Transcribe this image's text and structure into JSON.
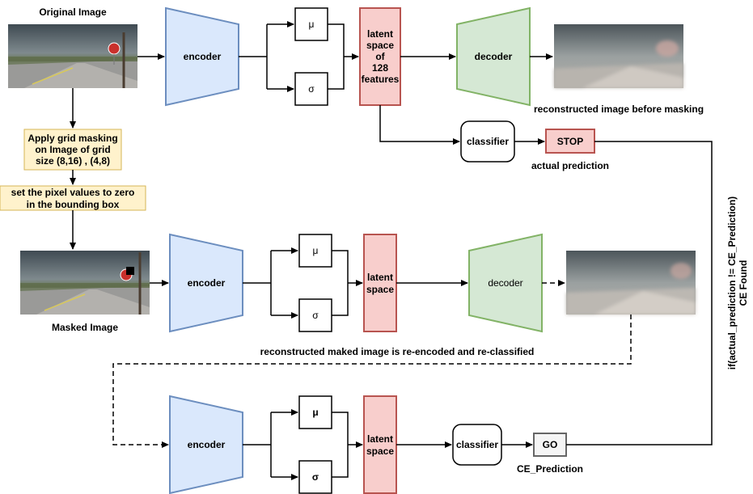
{
  "labels": {
    "original_image": "Original Image",
    "masked_image": "Masked Image",
    "reconstructed_before": "reconstructed image before masking",
    "actual_prediction": "actual prediction",
    "reencoded_note": "reconstructed maked image is re-encoded and re-classified",
    "ce_prediction": "CE_Prediction",
    "condition_line1": "if(actual_prediction != CE_Prediction)",
    "condition_line2": "CE Found"
  },
  "notes": {
    "grid_masking": [
      "Apply grid masking",
      "on Image of grid",
      "size (8,16) , (4,8)"
    ],
    "pixel_zero": [
      "set the pixel values to zero",
      "in the bounding box"
    ]
  },
  "rows": {
    "top": {
      "encoder": "encoder",
      "mu": "μ",
      "sigma": "σ",
      "latent": [
        "latent",
        "space",
        "of",
        "128",
        "features"
      ],
      "decoder": "decoder",
      "classifier": "classifier",
      "prediction": "STOP"
    },
    "middle": {
      "encoder": "encoder",
      "mu": "μ",
      "sigma": "σ",
      "latent": [
        "latent",
        "space"
      ],
      "decoder": "decoder"
    },
    "bottom": {
      "encoder": "encoder",
      "mu": "μ",
      "sigma": "σ",
      "latent": [
        "latent",
        "space"
      ],
      "classifier": "classifier",
      "prediction": "GO"
    }
  },
  "colors": {
    "encoder_fill": "#dae8fc",
    "encoder_stroke": "#6c8ebf",
    "decoder_fill": "#d5e8d4",
    "decoder_stroke": "#82b366",
    "latent_fill": "#f8cecc",
    "latent_stroke": "#b85450",
    "note_fill": "#fff2cc",
    "note_stroke": "#d6b656",
    "go_fill": "#f5f5f5",
    "go_stroke": "#666666"
  }
}
